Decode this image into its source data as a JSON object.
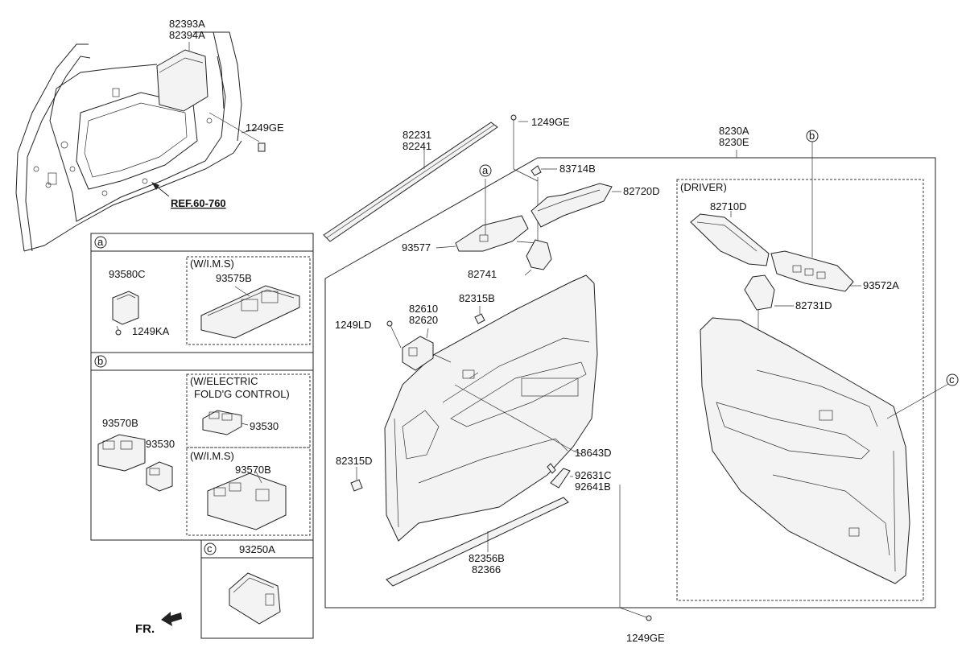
{
  "parts": {
    "p82393A": "82393A",
    "p82394A": "82394A",
    "p1249GE_top": "1249GE",
    "ref": "REF.60-760",
    "p82231": "82231",
    "p82241": "82241",
    "p1249GE_mid": "1249GE",
    "p83714B": "83714B",
    "p82720D": "82720D",
    "p93577": "93577",
    "p82741": "82741",
    "p82610": "82610",
    "p82620": "82620",
    "p1249LD": "1249LD",
    "p82315B": "82315B",
    "p82315D": "82315D",
    "p18643D": "18643D",
    "p92631C": "92631C",
    "p92641B": "92641B",
    "p82356B": "82356B",
    "p82366": "82366",
    "p1249GE_bot": "1249GE",
    "p8230A": "8230A",
    "p8230E": "8230E",
    "p82710D": "82710D",
    "p93572A": "93572A",
    "p82731D": "82731D",
    "p93580C": "93580C",
    "p1249KA": "1249KA",
    "p93575B": "93575B",
    "p93570B_left": "93570B",
    "p93530_left": "93530",
    "p93530_right": "93530",
    "p93570B_right": "93570B",
    "p93250A": "93250A"
  },
  "callouts": {
    "a": "a",
    "b": "b",
    "c": "c"
  },
  "boxes": {
    "driver": "(DRIVER)",
    "wims_a": "(W/I.M.S)",
    "welectric_1": "(W/ELECTRIC",
    "welectric_2": "FOLD'G CONTROL)",
    "wims_b": "(W/I.M.S)"
  },
  "direction": "FR."
}
